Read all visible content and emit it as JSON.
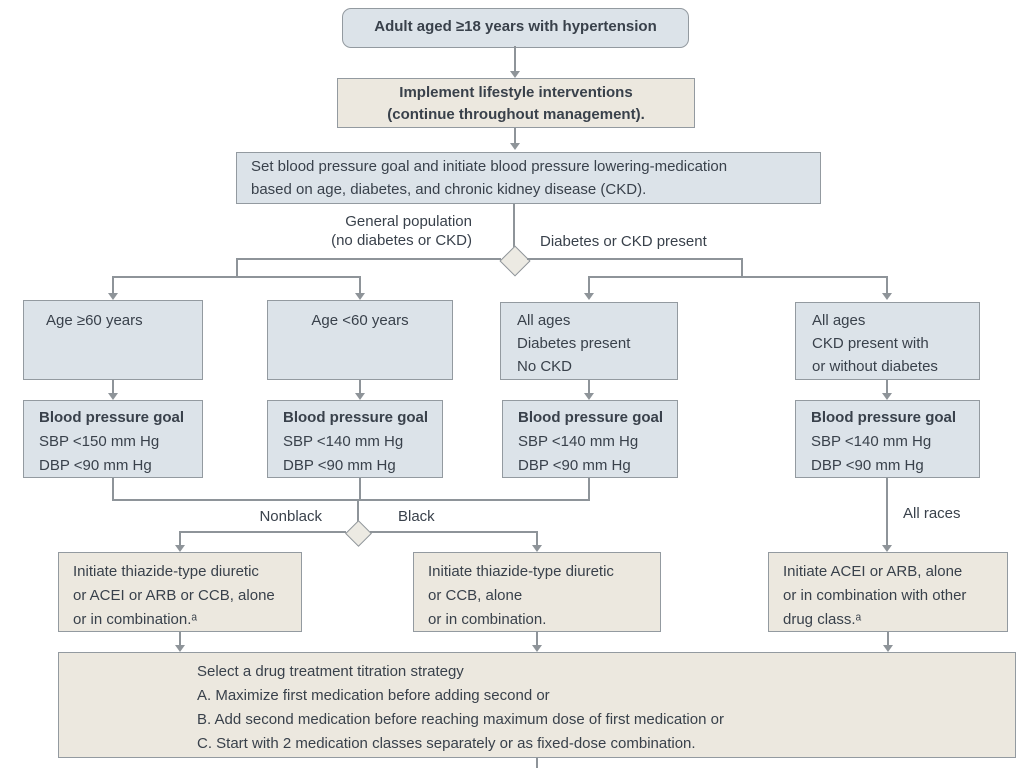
{
  "colors": {
    "box_blue": "#dce3e9",
    "box_beige": "#ece8df",
    "box_border": "#939aa0",
    "line_gray": "#8e9499",
    "text_dark": "#39414b",
    "background": "#ffffff"
  },
  "nodes": {
    "start": {
      "line1": "Adult aged ≥18 years with hypertension"
    },
    "lifestyle": {
      "line1": "Implement lifestyle interventions",
      "line2": "(continue throughout management)."
    },
    "goal_init": {
      "line1": "Set blood pressure goal and initiate blood pressure lowering-medication",
      "line2": "based on age, diabetes, and chronic kidney disease (CKD)."
    },
    "age60plus": {
      "line1": "Age ≥60 years"
    },
    "age60minus": {
      "line1": "Age <60 years"
    },
    "diabetes_no_ckd": {
      "line1": "All ages",
      "line2": "Diabetes present",
      "line3": "No CKD"
    },
    "ckd_present": {
      "line1": "All ages",
      "line2": "CKD present with",
      "line3": "or without diabetes"
    },
    "bp_goal_1": {
      "title": "Blood pressure goal",
      "line1": "SBP <150 mm Hg",
      "line2": "DBP <90 mm Hg"
    },
    "bp_goal_2": {
      "title": "Blood pressure goal",
      "line1": "SBP <140 mm Hg",
      "line2": "DBP <90 mm Hg"
    },
    "bp_goal_3": {
      "title": "Blood pressure goal",
      "line1": "SBP <140 mm Hg",
      "line2": "DBP <90 mm Hg"
    },
    "bp_goal_4": {
      "title": "Blood pressure goal",
      "line1": "SBP <140 mm Hg",
      "line2": "DBP <90 mm Hg"
    },
    "tx_nonblack": {
      "line1": "Initiate thiazide-type diuretic",
      "line2": "or ACEI or ARB or CCB, alone",
      "line3": "or in combination.ᵃ"
    },
    "tx_black": {
      "line1": "Initiate thiazide-type diuretic",
      "line2": "or CCB, alone",
      "line3": "or in combination."
    },
    "tx_ckd": {
      "line1": "Initiate ACEI or ARB, alone",
      "line2": "or in combination with other",
      "line3": "drug class.ᵃ"
    },
    "titration": {
      "line1": "Select a drug treatment titration strategy",
      "line2": "A. Maximize first medication before adding second or",
      "line3": "B. Add second medication before reaching maximum dose of first medication or",
      "line4": "C. Start with 2 medication classes separately or as fixed-dose combination."
    }
  },
  "edge_labels": {
    "general_population_1": "General population",
    "general_population_2": "(no diabetes or CKD)",
    "diabetes_or_ckd": "Diabetes or CKD present",
    "nonblack": "Nonblack",
    "black": "Black",
    "all_races": "All races"
  }
}
